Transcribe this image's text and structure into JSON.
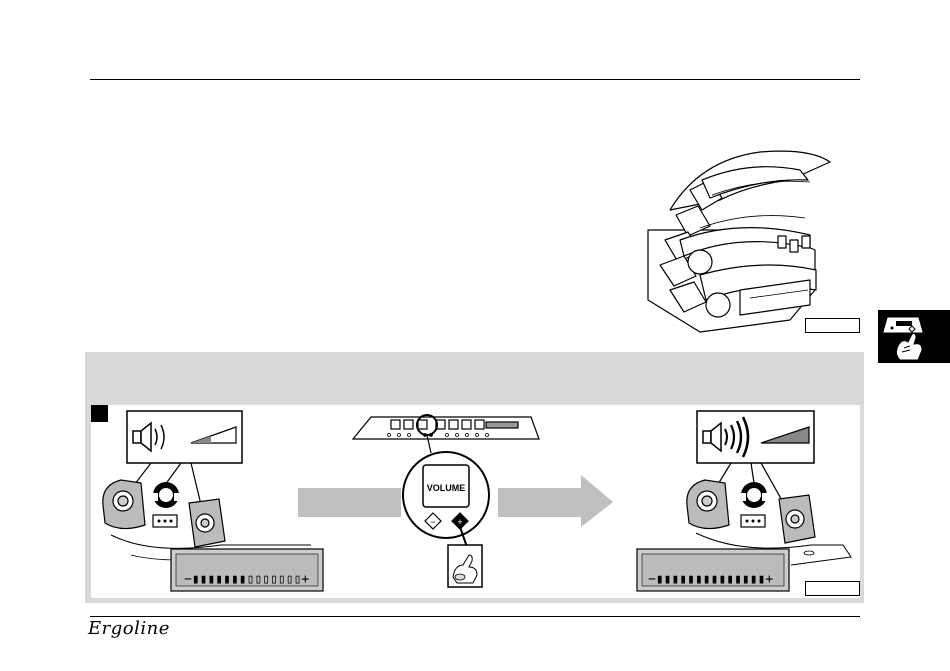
{
  "brand": {
    "logo_text": "Ergoline"
  },
  "control_panel": {
    "volume_label": "VOLUME",
    "minus_symbol": "−",
    "plus_symbol": "+"
  },
  "lcd_before": {
    "display_text": "−▮▮▮▮▮▮▮▯▯▯▯▯▯▯+",
    "level_fraction": 0.47
  },
  "lcd_after": {
    "display_text": "−▮▮▮▮▮▮▮▮▮▮▮▮▮▮+",
    "level_fraction": 1.0
  },
  "colors": {
    "panel_background": "#d9d9d9",
    "arrow_gray": "#bfbfbf",
    "line": "#000000"
  },
  "icons": [
    "speaker-icon",
    "headphones-icon",
    "hand-press-icon",
    "arrow-right-icon",
    "volume-wedge-icon"
  ]
}
